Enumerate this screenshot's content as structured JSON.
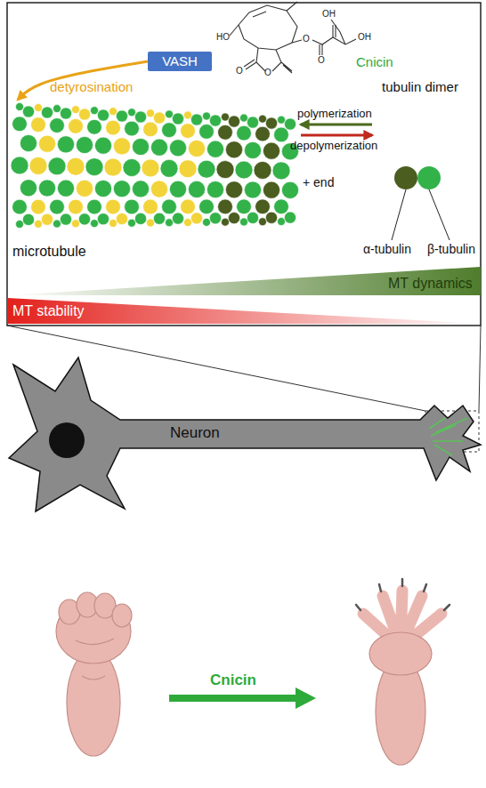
{
  "diagram": {
    "nodes": [
      {
        "text": [
          "VASH"
        ]
      },
      {
        "text": [
          "microtubule"
        ]
      },
      {
        "text": [
          "tubulin dimer"
        ]
      },
      {
        "text": [
          "Neuron"
        ]
      }
    ],
    "edges": [
      {
        "from": 0,
        "to": 1,
        "arrow": "to",
        "label": "detyrosination"
      },
      {
        "from": 2,
        "to": 1,
        "arrow": "to",
        "label": "polymerization"
      },
      {
        "from": 1,
        "to": 2,
        "arrow": "to",
        "label": "depolymerization"
      }
    ],
    "labels": [
      "HO",
      "O",
      "O",
      "O",
      "O",
      "OH",
      "OH",
      "Cnicin",
      "+ end",
      "α-tubulin",
      "β-tubulin",
      "MT stability",
      "MT dynamics",
      "Cnicin"
    ]
  }
}
